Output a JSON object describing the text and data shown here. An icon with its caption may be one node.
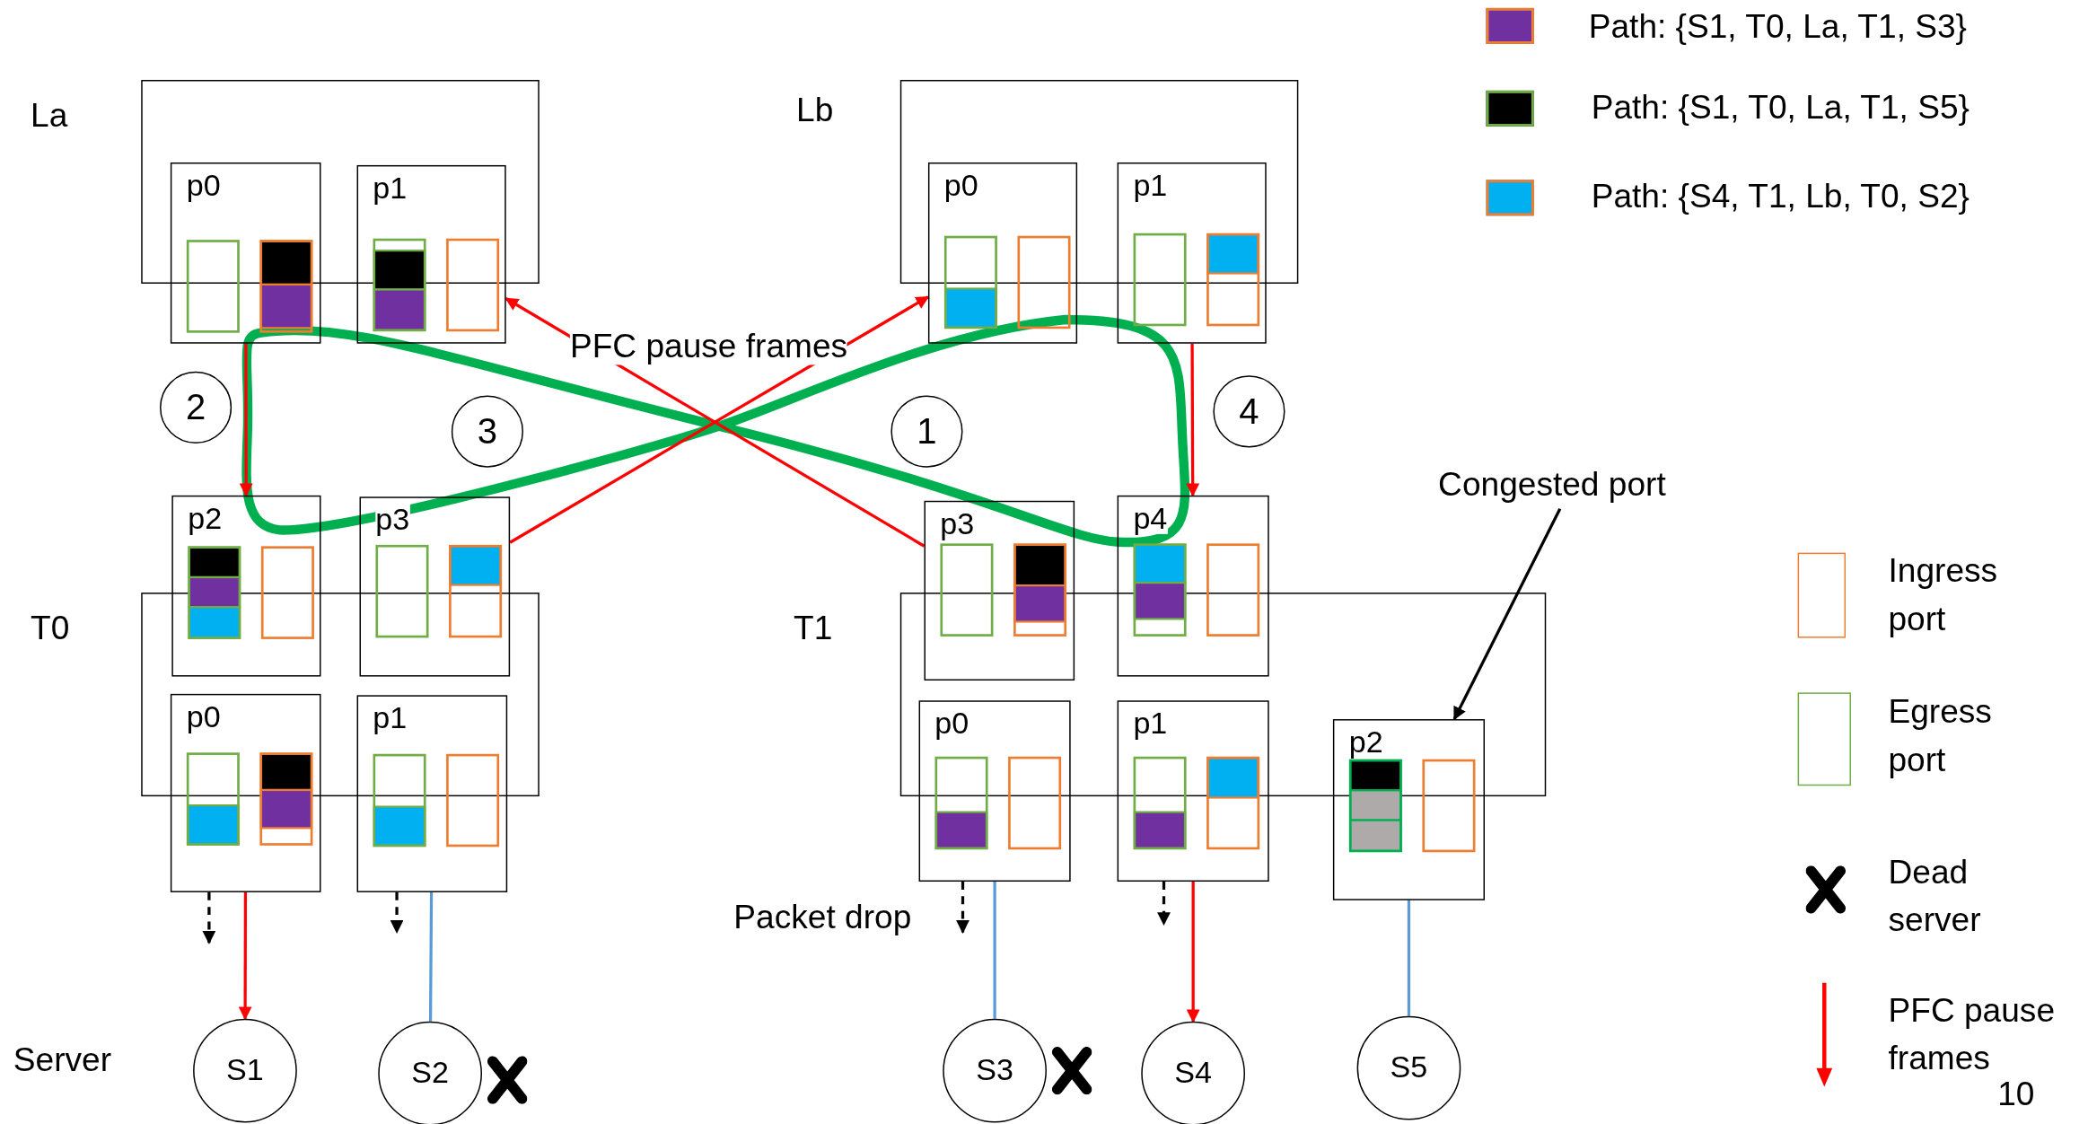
{
  "diagram": {
    "nodes": [
      {
        "text": [
          "La"
        ]
      },
      {
        "text": [
          "p0"
        ]
      },
      {
        "text": [
          "p1"
        ]
      },
      {
        "text": [
          "Lb"
        ]
      },
      {
        "text": [
          "p0"
        ]
      },
      {
        "text": [
          "p1"
        ]
      },
      {
        "text": [
          "T0"
        ]
      },
      {
        "text": [
          "p2"
        ]
      },
      {
        "text": [
          "p3"
        ]
      },
      {
        "text": [
          "p0"
        ]
      },
      {
        "text": [
          "p1"
        ]
      },
      {
        "text": [
          "T1"
        ]
      },
      {
        "text": [
          "p3"
        ]
      },
      {
        "text": [
          "p4"
        ]
      },
      {
        "text": [
          "p0"
        ]
      },
      {
        "text": [
          "p1"
        ]
      },
      {
        "text": [
          "p2"
        ]
      },
      {
        "text": [
          "S1"
        ]
      },
      {
        "text": [
          "S2"
        ]
      },
      {
        "text": [
          "S3"
        ]
      },
      {
        "text": [
          "S4"
        ]
      },
      {
        "text": [
          "S5"
        ]
      },
      {
        "text": [
          "2"
        ]
      },
      {
        "text": [
          "3"
        ]
      },
      {
        "text": [
          "1"
        ]
      },
      {
        "text": [
          "4"
        ]
      },
      {
        "text": [
          "Congested port"
        ]
      }
    ],
    "edges": [
      {
        "from": 1,
        "to": 7,
        "arrow": "to",
        "color": "#ff0000"
      },
      {
        "from": 12,
        "to": 2,
        "arrow": "to",
        "color": "#ff0000"
      },
      {
        "from": 8,
        "to": 4,
        "arrow": "to",
        "color": "#ff0000"
      },
      {
        "from": 5,
        "to": 13,
        "arrow": "to",
        "color": "#ff0000"
      },
      {
        "from": 9,
        "to": 17,
        "arrow": "to",
        "color": "#ff0000"
      },
      {
        "from": 15,
        "to": 20,
        "arrow": "to",
        "color": "#ff0000"
      },
      {
        "from": 10,
        "to": 18,
        "arrow": "none",
        "color": "#5b9bd5"
      },
      {
        "from": 14,
        "to": 19,
        "arrow": "none",
        "color": "#5b9bd5"
      },
      {
        "from": 16,
        "to": 21,
        "arrow": "none",
        "color": "#5b9bd5"
      },
      {
        "from": 26,
        "to": 16,
        "arrow": "to",
        "color": "#000000"
      },
      {
        "from": 9,
        "to": null,
        "arrow": "to",
        "style": "dashed",
        "color": "#000000"
      },
      {
        "from": 10,
        "to": null,
        "arrow": "to",
        "style": "dashed",
        "color": "#000000"
      },
      {
        "from": 14,
        "to": null,
        "arrow": "to",
        "style": "dashed",
        "color": "#000000"
      },
      {
        "from": 15,
        "to": null,
        "arrow": "to",
        "style": "dashed",
        "color": "#000000"
      }
    ],
    "labels": [
      "PFC pause frames",
      "Packet drop",
      "Server",
      "10"
    ],
    "legend": [
      {
        "text": "Path: {S1, T0, La, T1, S3}",
        "color": "#7030a0"
      },
      {
        "text": "Path: {S1, T0, La, T1, S5}",
        "color": "#000000"
      },
      {
        "text": "Path: {S4, T1, Lb, T0, S2}",
        "color": "#00b0f0"
      },
      {
        "text": "Ingress port"
      },
      {
        "text": "Egress port"
      },
      {
        "text": "Dead server"
      },
      {
        "text": "PFC pause frames"
      }
    ]
  }
}
